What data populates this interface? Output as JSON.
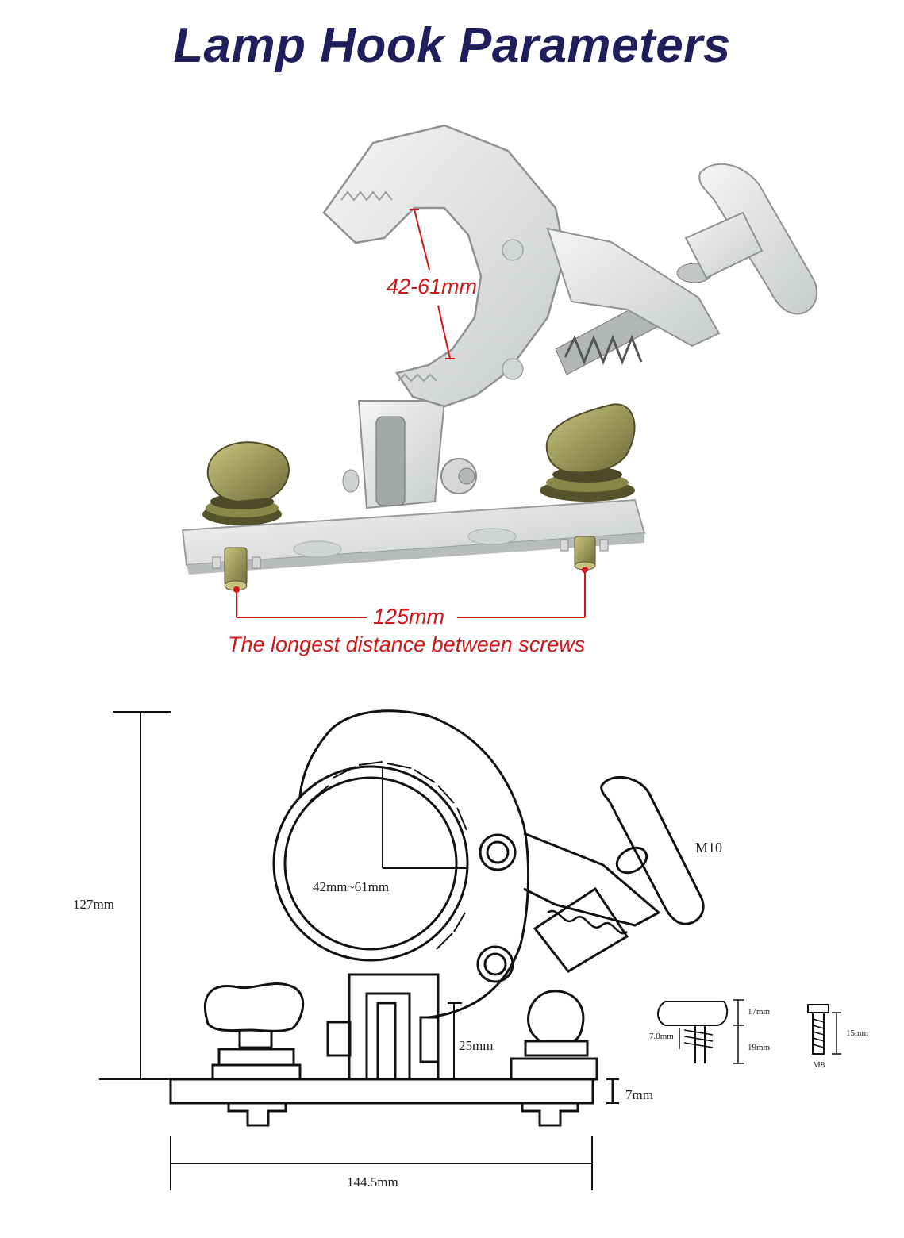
{
  "title": "Lamp Hook Parameters",
  "photo": {
    "clamp_range": "42-61mm",
    "screw_distance": "125mm",
    "screw_caption": "The longest distance between screws"
  },
  "drawing": {
    "height": "127mm",
    "inner_diameter": "42mm~61mm",
    "bolt": "M10",
    "bracket_height": "25mm",
    "plate_thickness": "7mm",
    "width": "144.5mm",
    "wing_top": "17mm",
    "wing_side": "7.8mm",
    "wing_bottom": "19mm",
    "screw_length": "15mm",
    "screw_type": "M8"
  },
  "colors": {
    "title": "#1f1f5c",
    "annotation": "#d01818",
    "metal": "#e4e6e6",
    "brass": "#a8a060"
  }
}
